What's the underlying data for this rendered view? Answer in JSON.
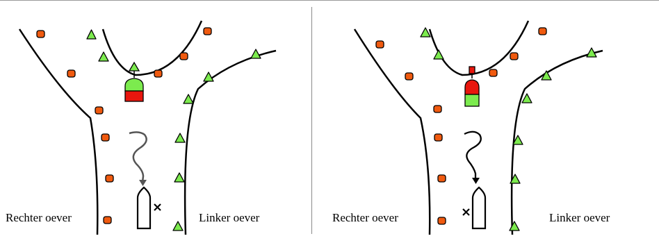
{
  "panels": [
    {
      "id": "left",
      "right_bank_label": "Rechter oever",
      "left_bank_label": "Linker oever",
      "marker_buoy": {
        "top_mark": "green-triangle-cone",
        "upper_half_color": "#7CEB4E",
        "lower_half_color": "#E8160E"
      },
      "vessel_mark_side": "right"
    },
    {
      "id": "right",
      "right_bank_label": "Rechter oever",
      "left_bank_label": "Linker oever",
      "marker_buoy": {
        "top_mark": "red-cylinder-can",
        "upper_half_color": "#E8160E",
        "lower_half_color": "#7CEB4E"
      },
      "vessel_mark_side": "left"
    }
  ],
  "colors": {
    "orange_buoy": "#F05A0F",
    "green_buoy": "#7CEB4E",
    "red_marker": "#E8160E",
    "track": "#555555"
  }
}
